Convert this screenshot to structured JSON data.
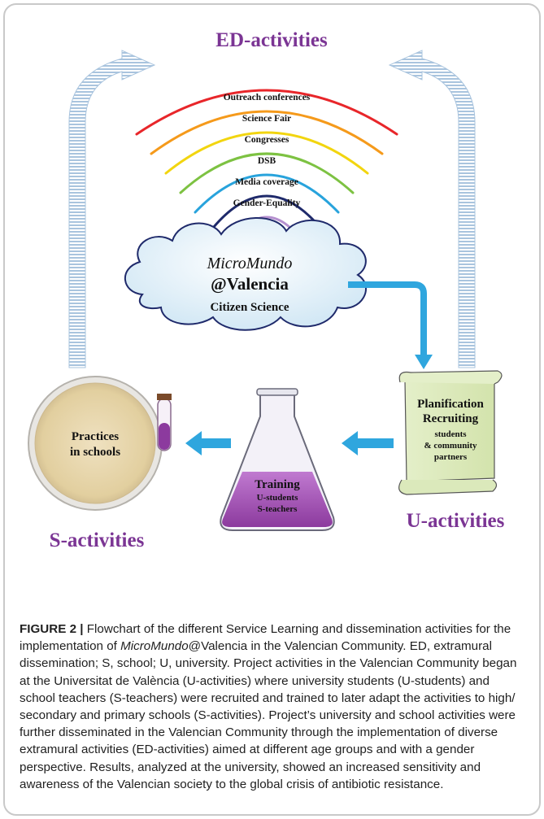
{
  "diagram": {
    "ed_title": "ED-activities",
    "arcs": [
      {
        "label": "Outreach conferences",
        "color": "#e8262a"
      },
      {
        "label": "Science Fair",
        "color": "#f59a1b"
      },
      {
        "label": "Congresses",
        "color": "#f2d50f"
      },
      {
        "label": "DSB",
        "color": "#7dc242"
      },
      {
        "label": "Media coverage",
        "color": "#28a3dc"
      },
      {
        "label": "Gender-Equality",
        "color": "#1f2a6b"
      },
      {
        "label": "",
        "color": "#b590cf"
      }
    ],
    "cloud": {
      "line1": "MicroMundo",
      "line2": "@Valencia",
      "line3": "Citizen Science"
    },
    "s_label": "S-activities",
    "u_label": "U-activities",
    "practices": {
      "line1": "Practices",
      "line2": "in schools"
    },
    "training": {
      "title": "Training",
      "line1": "U-students",
      "line2": "S-teachers"
    },
    "scroll": {
      "line1": "Planification",
      "line2": "Recruiting",
      "line3": "students",
      "line4": "& community",
      "line5": "partners"
    },
    "colors": {
      "purple": "#7b3594",
      "arrow_blue": "#2fa6de",
      "ed_arrow": "#a9c4de"
    }
  },
  "caption": {
    "label": "FIGURE 2",
    "sep": "|",
    "part1": "Flowchart of the different Service Learning and dissemination activities for the implementation of ",
    "italic": "MicroMundo",
    "part2": "@Valencia in the Valencian Community. ED, extramural dissemination; S, school; U, university. Project activities in the Valencian Community began at the Universitat de València (U-activities) where university students (U-students) and school teachers (S-teachers) were recruited and trained to later adapt the activities to high/ secondary and primary schools (S-activities). Project’s university and school activities were further disseminated in the Valencian Community through the implementation of diverse extramural activities (ED-activities) aimed at different age groups and with a gender perspective. Results, analyzed at the university, showed an increased sensitivity and awareness of the Valencian society to the global crisis of antibiotic resistance."
  }
}
